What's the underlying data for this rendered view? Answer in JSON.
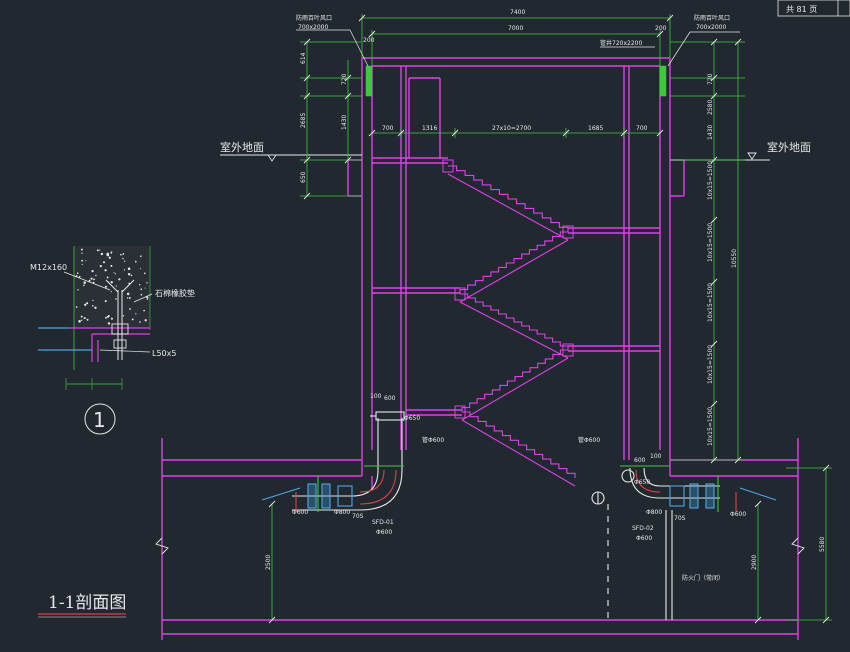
{
  "drawing": {
    "title": "1-1剖面图",
    "sheet_header": {
      "label": "共 81 页"
    },
    "outdoor_ground_left": "室外地面",
    "outdoor_ground_right": "室外地面",
    "top_left_label": "防雨百叶风口",
    "top_left_size": "700x2000",
    "top_right_label": "防雨百叶风口",
    "top_right_size": "700x2000",
    "duct_top_label": "管井720x2200",
    "dim_total_top": "7400",
    "dim_inner_top": "7000",
    "dim_top_wall_l": "200",
    "dim_top_wall_r": "200",
    "dim_row": [
      "700",
      "1316",
      "27x10=2700",
      "1685",
      "700"
    ],
    "right_vertical_dims": [
      "10x15=1500",
      "10x15=1500",
      "10x15=1500",
      "10x15=1500",
      "10x15=1500"
    ],
    "right_total": "10550",
    "right_small": [
      "720",
      "2580",
      "1430"
    ],
    "left_small": [
      "614",
      "720",
      "2685",
      "1430",
      "650"
    ],
    "detail": {
      "bolt": "M12x160",
      "pad": "石棉橡胶垫",
      "angle": "L50x5",
      "mark": "1"
    },
    "left_duct": {
      "d1": "600",
      "d2": "100",
      "d3": "Φ650",
      "d4": "管Φ600",
      "d5": "Φ800",
      "d6": "70S",
      "tag": "SFD-01",
      "tag2": "Φ600",
      "w": "Φ600"
    },
    "right_duct": {
      "d1": "管Φ600",
      "d2": "600",
      "d3": "100",
      "d4": "Φ650",
      "d5": "Φ800",
      "d6": "70S",
      "tag": "SFD-02",
      "tag2": "Φ600",
      "w": "Φ600"
    },
    "fire_door": "防火门（常闭）",
    "bottom_left_dim": "2500",
    "bottom_right_dim": "2900",
    "bottom_right_total": "5580"
  }
}
